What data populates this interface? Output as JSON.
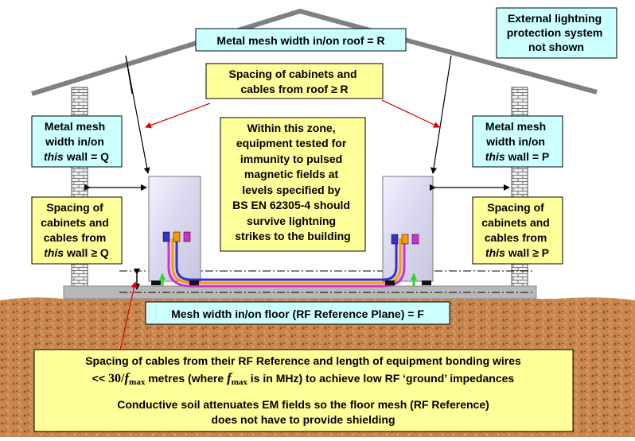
{
  "labels": {
    "roof_mesh": "Metal mesh width in/on roof = R",
    "external_lps": [
      "External lightning",
      "protection system",
      "not shown"
    ],
    "roof_spacing": [
      "Spacing of cabinets and",
      "cables from roof ≥ R"
    ],
    "left_wall_mesh": [
      "Metal mesh",
      "width in/on",
      "this",
      " wall = Q"
    ],
    "right_wall_mesh": [
      "Metal mesh",
      "width in/on",
      "this",
      " wall = P"
    ],
    "zone": [
      "Within this zone,",
      "equipment tested for",
      "immunity to pulsed",
      "magnetic fields at",
      "levels specified by",
      "BS EN 62305-4 should",
      "survive lightning",
      "strikes to the building"
    ],
    "left_wall_spacing": [
      "Spacing of",
      "cabinets and",
      "cables from",
      "this",
      " wall ≥ Q"
    ],
    "right_wall_spacing": [
      "Spacing of",
      "cabinets and",
      "cables from",
      "this",
      " wall ≥ P"
    ],
    "floor_mesh": "Mesh width in/on floor (RF Reference Plane) = F",
    "bottom_line1": "Spacing of cables from their RF Reference and length of equipment bonding wires",
    "bottom_l2_a": "<< ",
    "bottom_l2_b": "30/",
    "bottom_l2_c": "f",
    "bottom_l2_d": "max",
    "bottom_l2_e": " metres (where ",
    "bottom_l2_f": "f",
    "bottom_l2_g": "max",
    "bottom_l2_h": " is in MHz) to achieve low RF ‘ground’ impedances",
    "bottom_line3": "Conductive soil attenuates EM fields so the floor mesh (RF Reference)",
    "bottom_line4": "does not have to provide shielding"
  },
  "colors": {
    "cyan_box": "#ccffff",
    "yellow_box": "#ffff99",
    "soil": "#c8864e",
    "roof": "#808080",
    "cable_colors": [
      "#3333cc",
      "#ff9900",
      "#cc33cc"
    ]
  }
}
